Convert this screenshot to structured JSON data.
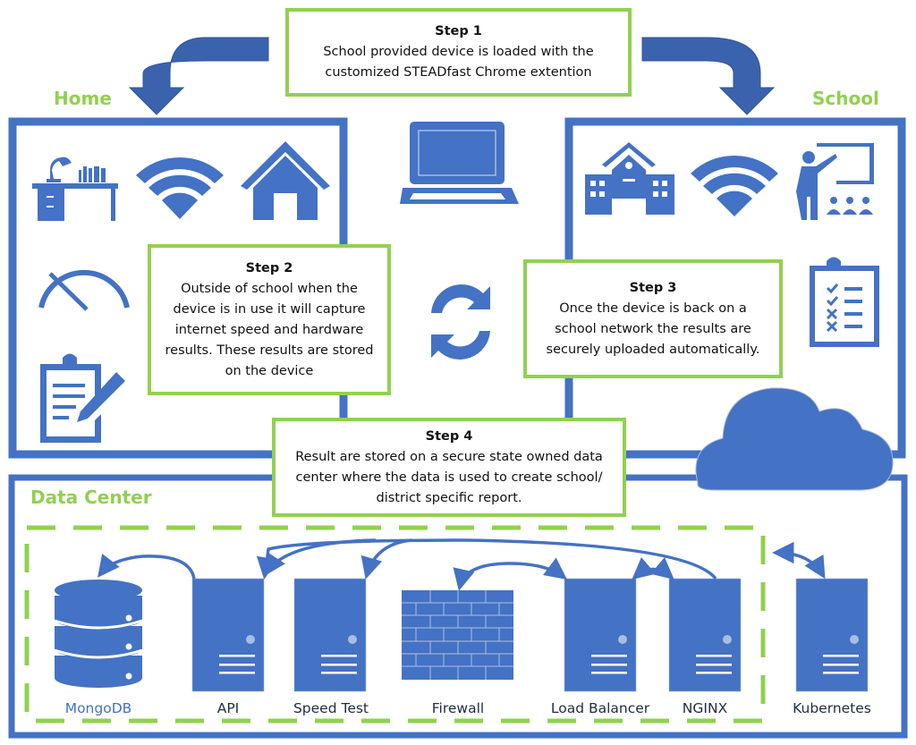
{
  "colors": {
    "primary_blue": "#4472c4",
    "arrow_blue": "#3b63ad",
    "accent_green": "#92d050",
    "text_dark": "#111111",
    "background": "#ffffff"
  },
  "sections": {
    "home": {
      "label": "Home",
      "icons": [
        "desk-lamp-icon",
        "wifi-icon",
        "house-icon",
        "speedometer-icon",
        "clipboard-pencil-icon"
      ]
    },
    "school": {
      "label": "School",
      "icons": [
        "school-building-icon",
        "wifi-icon",
        "teacher-presentation-icon",
        "checklist-clipboard-icon"
      ]
    },
    "center": {
      "icons": [
        "laptop-icon",
        "sync-icon",
        "cloud-icon"
      ]
    },
    "data_center": {
      "label": "Data Center"
    }
  },
  "steps": [
    {
      "title": "Step 1",
      "text": "School provided device is loaded with the\ncustomized STEADfast Chrome extention"
    },
    {
      "title": "Step 2",
      "text": "Outside of school when the\ndevice is in use it will capture\ninternet speed and hardware\nresults. These results are stored\non the device"
    },
    {
      "title": "Step 3",
      "text": "Once the device is back on a\nschool network the results are\nsecurely uploaded automatically."
    },
    {
      "title": "Step 4",
      "text": "Result are stored on a secure state owned data\ncenter where the data is used to create school/\ndistrict specific report."
    }
  ],
  "data_center_nodes": [
    {
      "label": "MongoDB",
      "icon": "database-icon"
    },
    {
      "label": "API",
      "icon": "server-icon"
    },
    {
      "label": "Speed Test",
      "icon": "server-icon"
    },
    {
      "label": "Firewall",
      "icon": "firewall-icon"
    },
    {
      "label": "Load Balancer",
      "icon": "server-icon"
    },
    {
      "label": "NGINX",
      "icon": "server-icon"
    },
    {
      "label": "Kubernetes",
      "icon": "server-icon"
    }
  ],
  "connections": [
    {
      "from": "API",
      "to": "MongoDB"
    },
    {
      "from": "NGINX",
      "to": "API"
    },
    {
      "from": "NGINX",
      "to": "Speed Test"
    },
    {
      "from": "Firewall",
      "to": "Load Balancer",
      "bidirectional": true
    },
    {
      "from": "Load Balancer",
      "to": "NGINX",
      "bidirectional": true
    },
    {
      "from": "Kubernetes",
      "to": "Data Center cluster",
      "bidirectional": true
    }
  ]
}
